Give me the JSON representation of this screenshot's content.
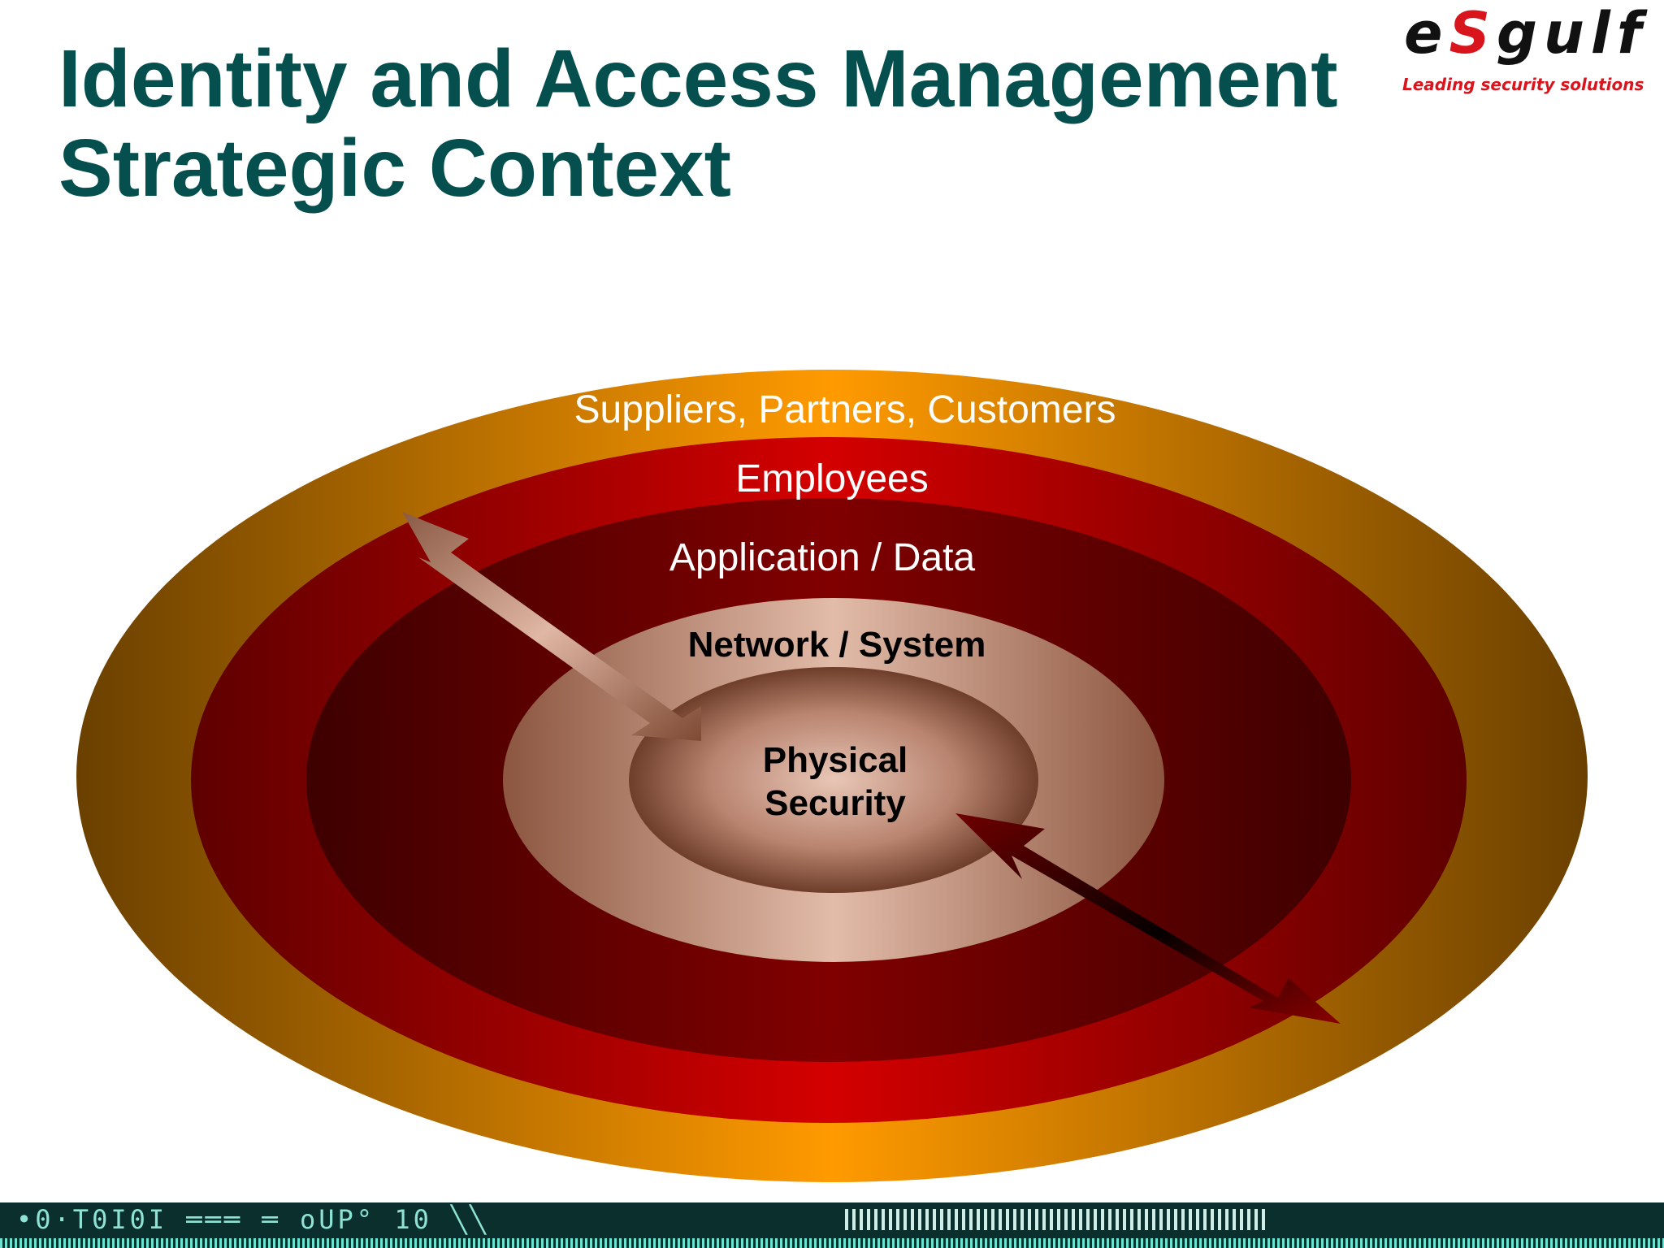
{
  "title": {
    "line1": "Identity and Access Management",
    "line2": "Strategic Context"
  },
  "logo": {
    "brand_prefix": "e",
    "brand_s": "S",
    "brand_suffix": "gulf",
    "tagline": "Leading security solutions"
  },
  "diagram": {
    "layers": [
      {
        "label": "Suppliers, Partners, Customers",
        "color": "#ff9900"
      },
      {
        "label": "Employees",
        "color": "#cc0000"
      },
      {
        "label": "Application / Data",
        "color": "#7a0000"
      },
      {
        "label": "Network / System",
        "color": "#d8ab98"
      },
      {
        "label_line1": "Physical",
        "label_line2": "Security",
        "color": "#c08d78"
      }
    ]
  },
  "footer": {
    "decoration_text": "•0·T0I0I  ═══ ═  oUP° 10 ╲╲"
  }
}
